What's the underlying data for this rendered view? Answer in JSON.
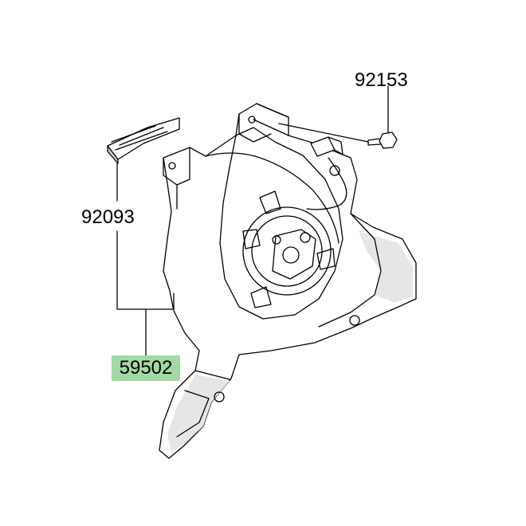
{
  "parts": [
    {
      "number": "92153"
    },
    {
      "number": "92093"
    },
    {
      "number": "59502"
    }
  ],
  "colors": {
    "line": "#000000",
    "part_fill": "#ffffff",
    "shade": "#e6e6e6",
    "highlight": "#a3d9a3"
  }
}
